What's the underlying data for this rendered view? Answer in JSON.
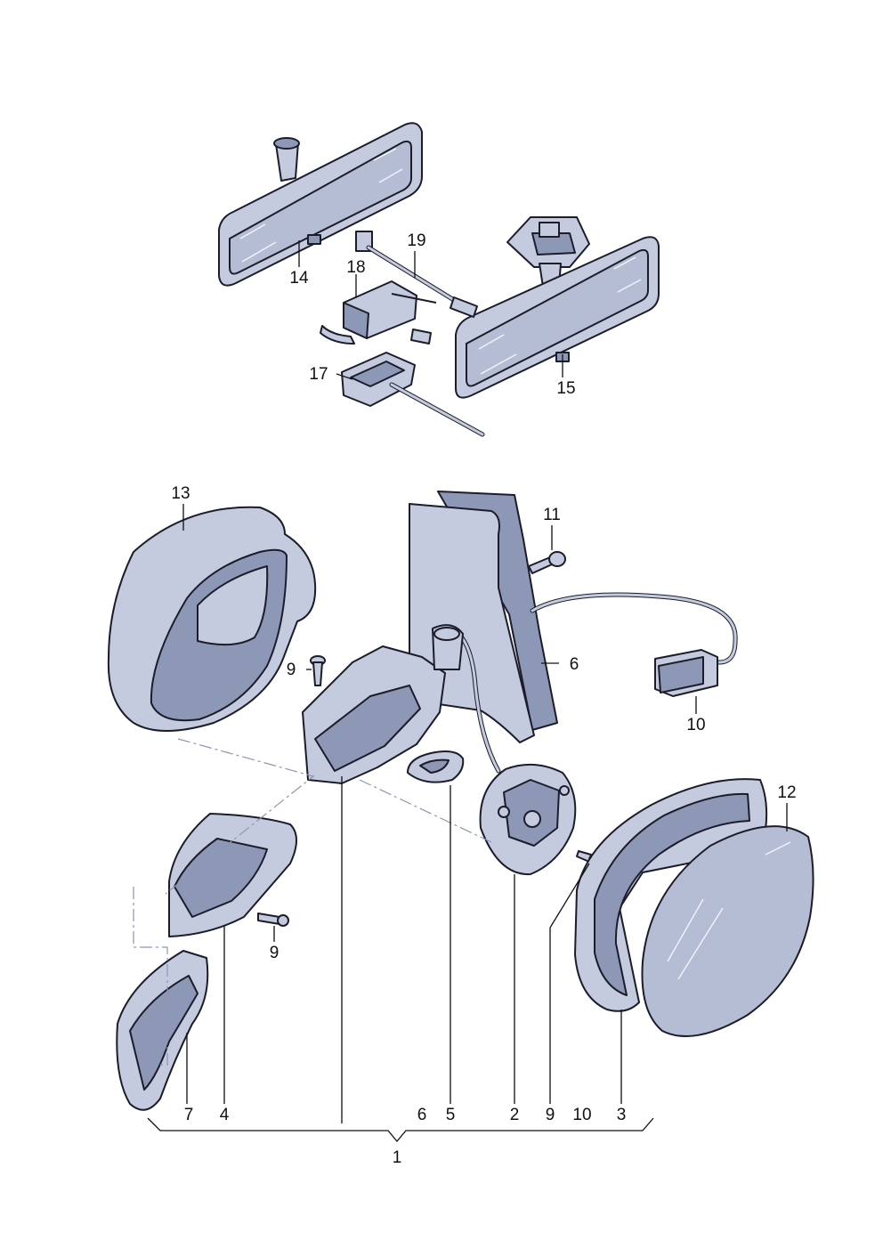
{
  "labels": {
    "part_1": "1",
    "part_2": "2",
    "part_3": "3",
    "part_4": "4",
    "part_5": "5",
    "part_6_top": "6",
    "part_6_bottom": "6",
    "part_7": "7",
    "part_9_top": "9",
    "part_9_mid": "9",
    "part_9_bottom": "9",
    "part_10_top": "10",
    "part_10_bottom": "10",
    "part_11": "11",
    "part_12": "12",
    "part_13": "13",
    "part_14": "14",
    "part_15": "15",
    "part_17": "17",
    "part_18": "18",
    "part_19": "19"
  },
  "colors": {
    "part_fill": "#c4cbde",
    "part_shadow": "#8d98b6",
    "outline": "#1c1c2a",
    "dash_line": "#8a96b2"
  }
}
